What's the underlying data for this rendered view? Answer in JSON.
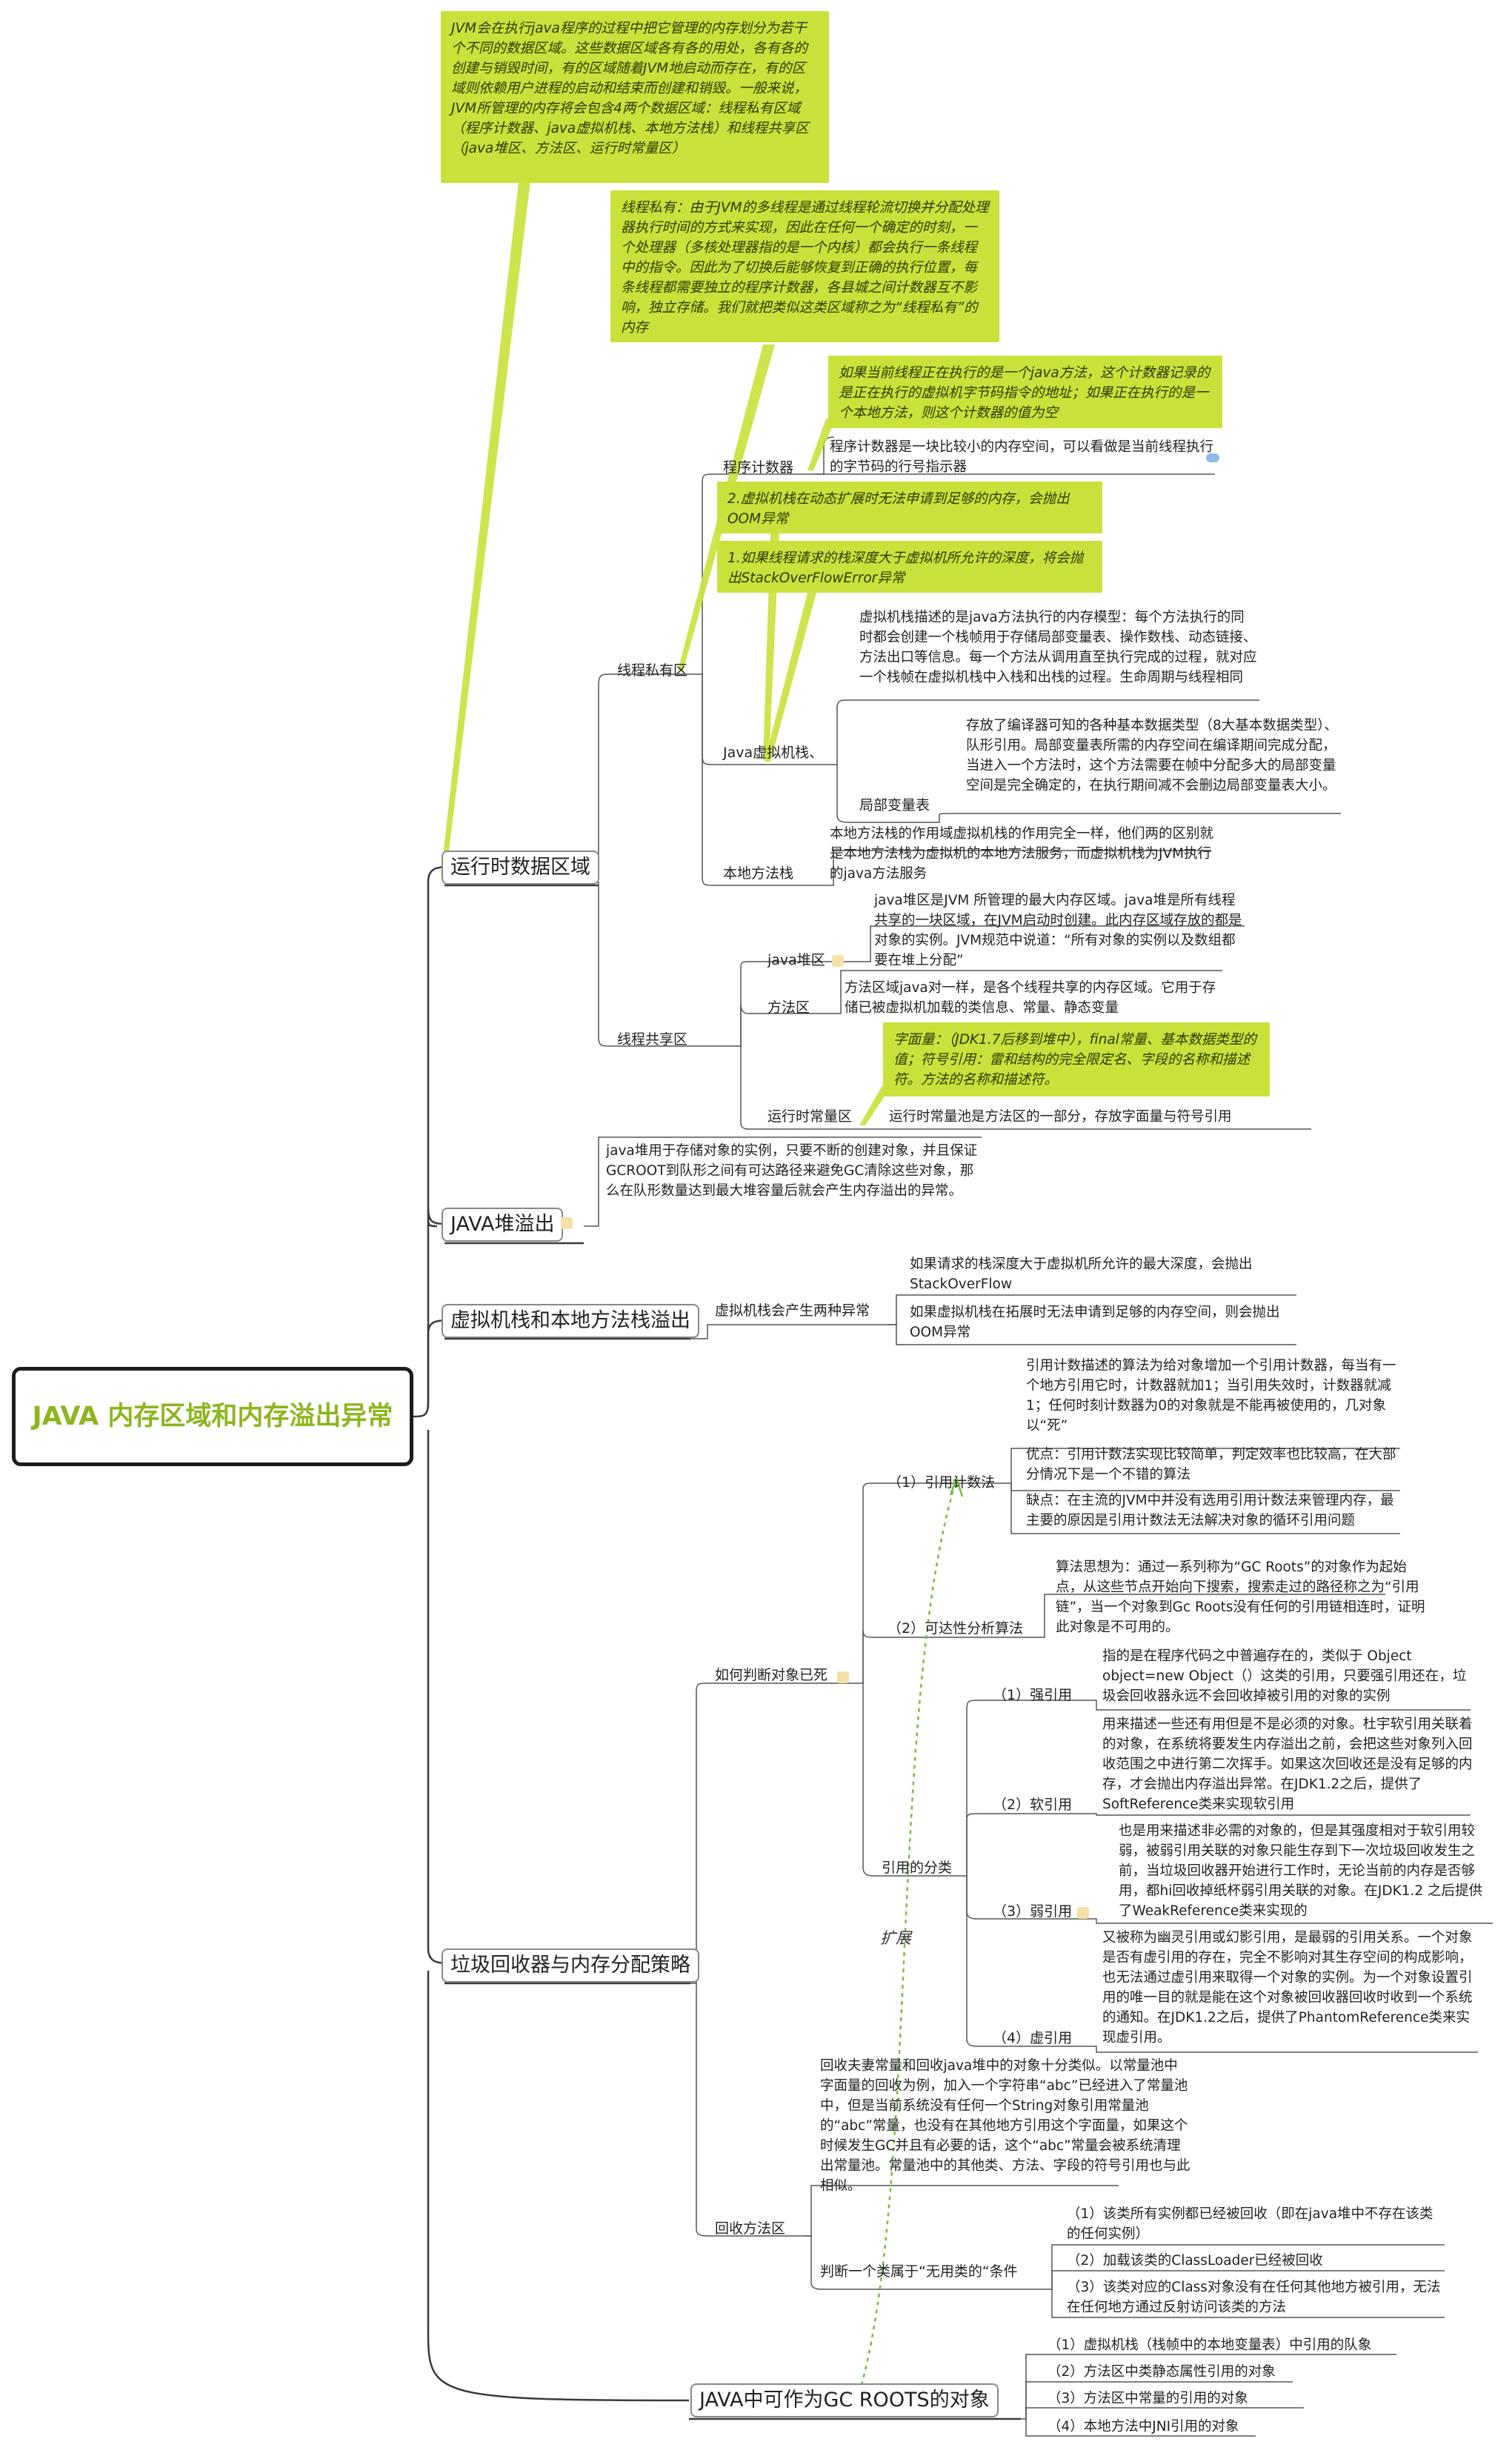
{
  "root": {
    "title": "JAVA 内存区域和内存溢出异常"
  },
  "notes": {
    "intro": "JVM会在执行java程序的过程中把它管理的内存划分为若干个不同的数据区域。这些数据区域各有各的用处，各有各的创建与销毁时间，有的区域随着JVM地启动而存在，有的区域则依赖用户进程的启动和结束而创建和销毁。一般来说，JVM所管理的内存将会包含4两个数据区域：线程私有区域（程序计数器、java虚拟机栈、本地方法栈）和线程共享区（java堆区、方法区、运行时常量区）",
    "thread_private": "线程私有：由于JVM的多线程是通过线程轮流切换并分配处理器执行时间的方式来实现，因此在任何一个确定的时刻，一个处理器（多核处理器指的是一个内核）都会执行一条线程中的指令。因此为了切换后能够恢复到正确的执行位置，每条线程都需要独立的程序计数器，各县城之间计数器互不影响，独立存储。我们就把类似这类区域称之为“线程私有”的内存",
    "pc_native": "如果当前线程正在执行的是一个java方法，这个计数器记录的是正在执行的虚拟机字节码指令的地址；如果正在执行的是一个本地方法，则这个计数器的值为空",
    "oom": "2.虚拟机栈在动态扩展时无法申请到足够的内存，会抛出OOM异常",
    "sof": "1.如果线程请求的栈深度大于虚拟机所允许的深度，将会抛出StackOverFlowError异常",
    "constants": "字面量：（JDK1.7后移到堆中），final常量、基本数据类型的值；符号引用：雷和结构的完全限定名、字段的名称和描述符。方法的名称和描述符。"
  },
  "branches": {
    "runtime": "运行时数据区域",
    "heap_overflow": "JAVA堆溢出",
    "stack_overflow": "虚拟机栈和本地方法栈溢出",
    "gc": "垃圾回收器与内存分配策略",
    "gc_roots": "JAVA中可作为GC ROOTS的对象"
  },
  "runtime": {
    "thread_private": "线程私有区",
    "pc": "程序计数器",
    "pc_desc": "程序计数器是一块比较小的内存空间，可以看做是当前线程执行的字节码的行号指示器",
    "jvm_stack": "Java虚拟机栈、",
    "jvm_stack_desc": "虚拟机栈描述的是java方法执行的内存模型：每个方法执行的同时都会创建一个栈帧用于存储局部变量表、操作数栈、动态链接、方法出口等信息。每一个方法从调用直至执行完成的过程，就对应一个栈帧在虚拟机栈中入栈和出栈的过程。生命周期与线程相同",
    "local_vars": "局部变量表",
    "local_vars_desc": "存放了编译器可知的各种基本数据类型（8大基本数据类型）、队形引用。局部变量表所需的内存空间在编译期间完成分配，当进入一个方法时，这个方法需要在帧中分配多大的局部变量空间是完全确定的，在执行期间减不会删边局部变量表大小。",
    "native_stack": "本地方法栈",
    "native_stack_desc": "本地方法栈的作用域虚拟机栈的作用完全一样，他们两的区别就是本地方法栈为虚拟机的本地方法服务，而虚拟机栈为JVM执行的java方法服务",
    "shared": "线程共享区",
    "heap": "java堆区",
    "heap_desc": "java堆区是JVM 所管理的最大内存区域。java堆是所有线程共享的一块区域，在JVM启动时创建。此内存区域存放的都是对象的实例。JVM规范中说道：“所有对象的实例以及数组都要在堆上分配”",
    "method_area": "方法区",
    "method_area_desc": "方法区域java对一样，是各个线程共享的内存区域。它用于存储已被虚拟机加载的类信息、常量、静态变量",
    "constant_pool": "运行时常量区",
    "constant_pool_desc": "运行时常量池是方法区的一部分，存放字面量与符号引用"
  },
  "heap_overflow": {
    "desc": "java堆用于存储对象的实例，只要不断的创建对象，并且保证GCROOT到队形之间有可达路径来避免GC清除这些对象，那么在队形数量达到最大堆容量后就会产生内存溢出的异常。"
  },
  "stack_overflow": {
    "label": "虚拟机栈会产生两种异常",
    "case1": "如果请求的栈深度大于虚拟机所允许的最大深度，会抛出StackOverFlow",
    "case2": "如果虚拟机栈在拓展时无法申请到足够的内存空间，则会抛出OOM异常"
  },
  "gc": {
    "judge": "如何判断对象已死",
    "refcount": "（1）引用计数法",
    "refcount_desc": "引用计数描述的算法为给对象增加一个引用计数器，每当有一个地方引用它时，计数器就加1；当引用失效时，计数器就减1；任何时刻计数器为0的对象就是不能再被使用的，几对象以“死”",
    "refcount_pro": "优点：引用计数法实现比较简单，判定效率也比较高，在大部分情况下是一个不错的算法",
    "refcount_con": "缺点：在主流的JVM中并没有选用引用计数法来管理内存，最主要的原因是引用计数法无法解决对象的循环引用问题",
    "reach": "（2）可达性分析算法",
    "reach_desc": "算法思想为：通过一系列称为“GC Roots”的对象作为起始点，从这些节点开始向下搜索，搜索走过的路径称之为“引用链”，当一个对象到Gc Roots没有任何的引用链相连时，证明此对象是不可用的。",
    "ref_types": "引用的分类",
    "strong": "（1）强引用",
    "strong_desc": "指的是在程序代码之中普遍存在的，类似于 Object object=new Object（）这类的引用，只要强引用还在，垃圾会回收器永远不会回收掉被引用的对象的实例",
    "soft": "（2）软引用",
    "soft_desc": "用来描述一些还有用但是不是必须的对象。杜宇软引用关联着的对象，在系统将要发生内存溢出之前，会把这些对象列入回收范围之中进行第二次挥手。如果这次回收还是没有足够的内存，才会抛出内存溢出异常。在JDK1.2之后，提供了SoftReference类来实现软引用",
    "weak": "（3）弱引用",
    "weak_desc": "也是用来描述非必需的对象的，但是其强度相对于软引用较弱，被弱引用关联的对象只能生存到下一次垃圾回收发生之前，当垃圾回收器开始进行工作时，无论当前的内存是否够用，都hi回收掉纸杯弱引用关联的对象。在JDK1.2 之后提供了WeakReference类来实现的",
    "phantom": "（4）虚引用",
    "phantom_desc": "又被称为幽灵引用或幻影引用，是最弱的引用关系。一个对象是否有虚引用的存在，完全不影响对其生存空间的构成影响，也无法通过虚引用来取得一个对象的实例。为一个对象设置引用的唯一目的就是能在这个对象被回收器回收时收到一个系统的通知。在JDK1.2之后，提供了PhantomReference类来实现虚引用。",
    "method_recycle": "回收方法区",
    "method_recycle_desc": "回收夫妻常量和回收java堆中的对象十分类似。以常量池中字面量的回收为例，加入一个字符串“abc”已经进入了常量池中，但是当前系统没有任何一个String对象引用常量池的“abc”常量，也没有在其他地方引用这个字面量，如果这个时候发生GC并且有必要的话，这个“abc”常量会被系统清理出常量池。常量池中的其他类、方法、字段的符号引用也与此相似。",
    "useless": "判断一个类属于“无用类的“条件",
    "useless1": "（1）该类所有实例都已经被回收（即在java堆中不存在该类的任何实例）",
    "useless2": "（2）加载该类的ClassLoader已经被回收",
    "useless3": "（3）该类对应的Class对象没有在任何其他地方被引用，无法在任何地方通过反射访问该类的方法",
    "expand": "扩展"
  },
  "gc_roots": {
    "r1": "（1）虚拟机栈（栈帧中的本地变量表）中引用的队象",
    "r2": "（2）方法区中类静态属性引用的对象",
    "r3": "（3）方法区中常量的引用的对象",
    "r4": "（4）本地方法中JNI引用的对象"
  },
  "colors": {
    "accent": "#8db51e",
    "note": "#c9e13a",
    "line": "#3a3a3a"
  }
}
